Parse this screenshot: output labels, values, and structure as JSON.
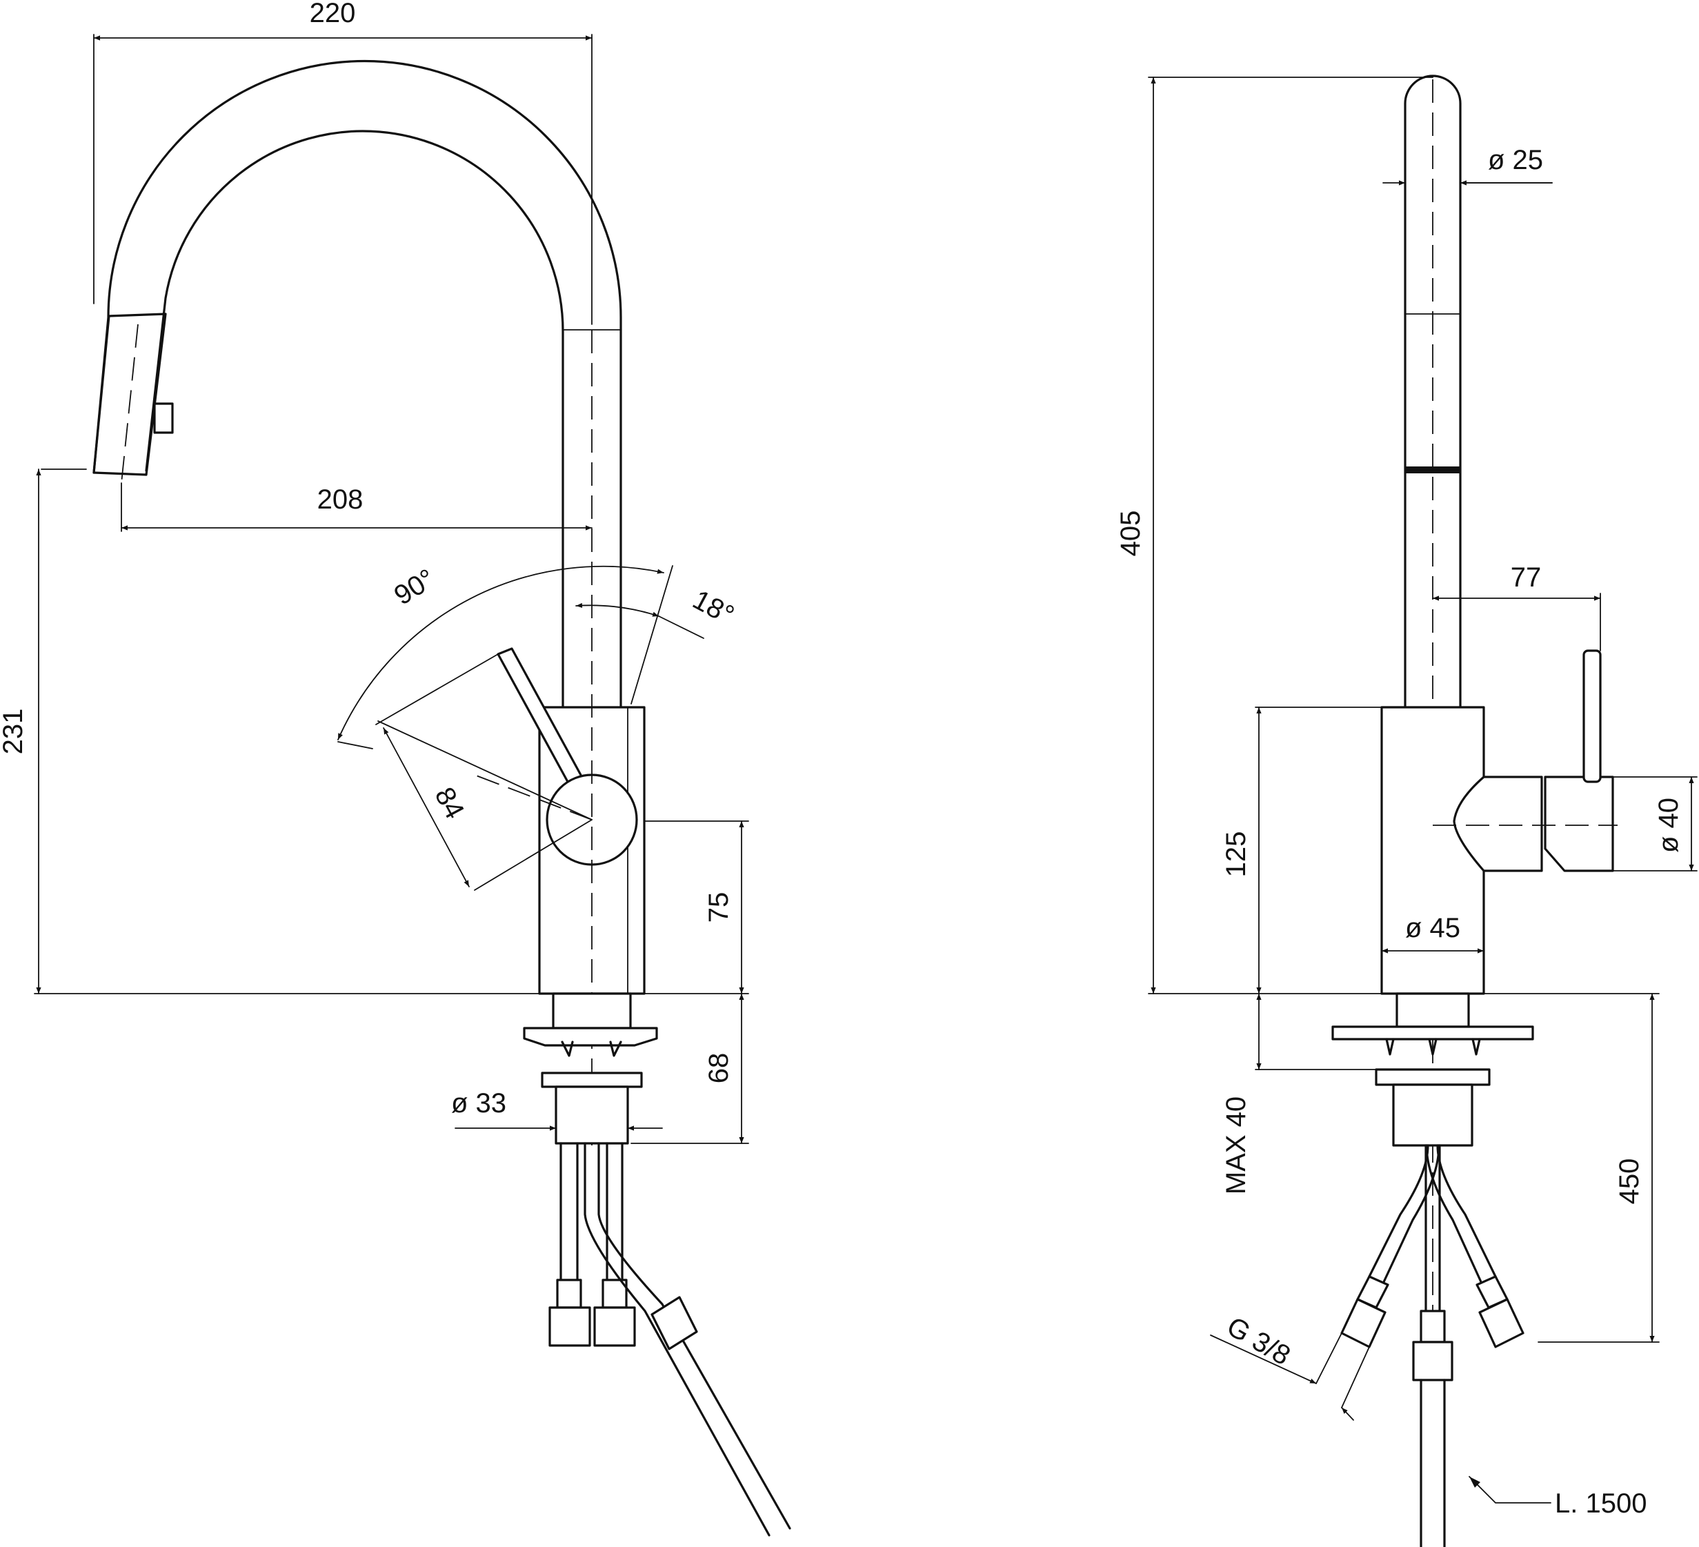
{
  "views": {
    "side": {
      "dimensions": {
        "overall_reach": "220",
        "spout_reach": "208",
        "outlet_height": "231",
        "lever_angle": "90°",
        "lever_tilt": "18°",
        "lever_length": "84",
        "lever_axis_height": "75",
        "shank_length": "68",
        "shank_diameter": "ø 33"
      }
    },
    "front": {
      "dimensions": {
        "total_height": "405",
        "spout_diameter": "ø 25",
        "lever_offset": "77",
        "body_height": "125",
        "lever_diameter": "ø 40",
        "body_diameter": "ø 45",
        "max_deck_thickness": "MAX 40",
        "hose_length": "450",
        "thread": "G 3/8",
        "pull_out_hose": "L. 1500"
      }
    }
  },
  "colors": {
    "line": "#111111",
    "background": "#ffffff"
  }
}
